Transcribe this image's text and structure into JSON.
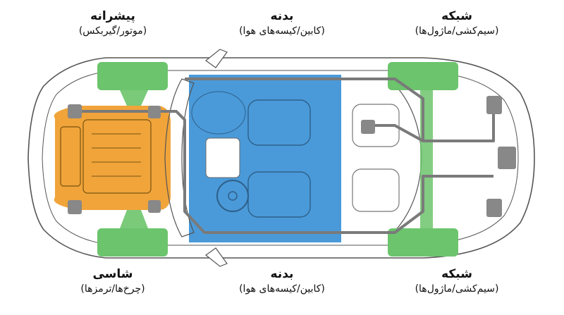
{
  "labels": {
    "top_left": {
      "title": "پیشرانه",
      "subtitle": "(موتور/گیربکس)"
    },
    "top_center": {
      "title": "بدنه",
      "subtitle": "(کابین/کیسه‌های هوا)"
    },
    "top_right": {
      "title": "شبکه",
      "subtitle": "(سیم‌کشی/ماژول‌ها)"
    },
    "bottom_left": {
      "title": "شاسی",
      "subtitle": "(چرخ‌ها/ترمزها)"
    },
    "bottom_center": {
      "title": "بدنه",
      "subtitle": "(کابین/کیسه‌های هوا)"
    },
    "bottom_right": {
      "title": "شبکه",
      "subtitle": "(سیم‌کشی/ماژول‌ها)"
    }
  },
  "colors": {
    "powertrain": "#f0a43a",
    "body": "#4a9ad9",
    "chassis": "#6cc46c",
    "outline": "#555555",
    "wiring": "#7a7a7a"
  }
}
